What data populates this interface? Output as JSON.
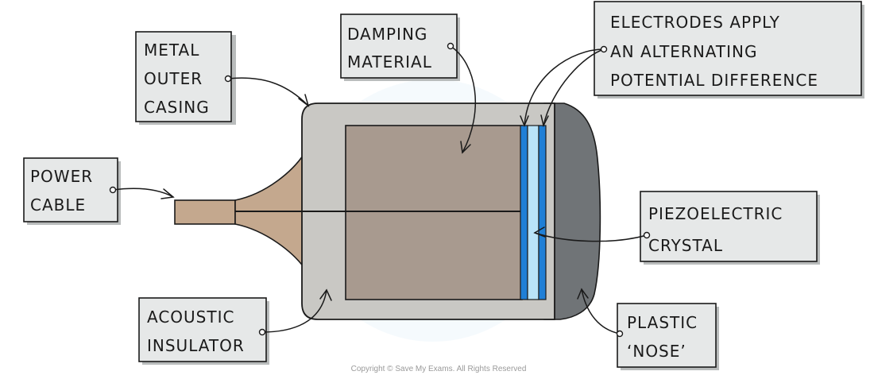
{
  "diagram": {
    "labels": {
      "metal_outer_casing": [
        "METAL",
        "OUTER",
        "CASING"
      ],
      "damping_material": [
        "DAMPING",
        "MATERIAL"
      ],
      "electrodes": [
        "ELECTRODES APPLY",
        "AN ALTERNATING",
        "POTENTIAL DIFFERENCE"
      ],
      "power_cable": [
        "POWER",
        "CABLE"
      ],
      "piezoelectric_crystal": [
        "PIEZOELECTRIC",
        "CRYSTAL"
      ],
      "acoustic_insulator": [
        "ACOUSTIC",
        "INSULATOR"
      ],
      "plastic_nose": [
        "PLASTIC",
        "‘NOSE’"
      ]
    },
    "copyright": "Copyright © Save My Exams. All Rights Reserved"
  },
  "colors": {
    "casing": "#c9c8c4",
    "damping": "#a89a8f",
    "cable": "#c4a88e",
    "nose": "#707477",
    "crystal_dark": "#1f7fd6",
    "crystal_light": "#b9e3f8",
    "label_box": "#e6e8e8"
  }
}
